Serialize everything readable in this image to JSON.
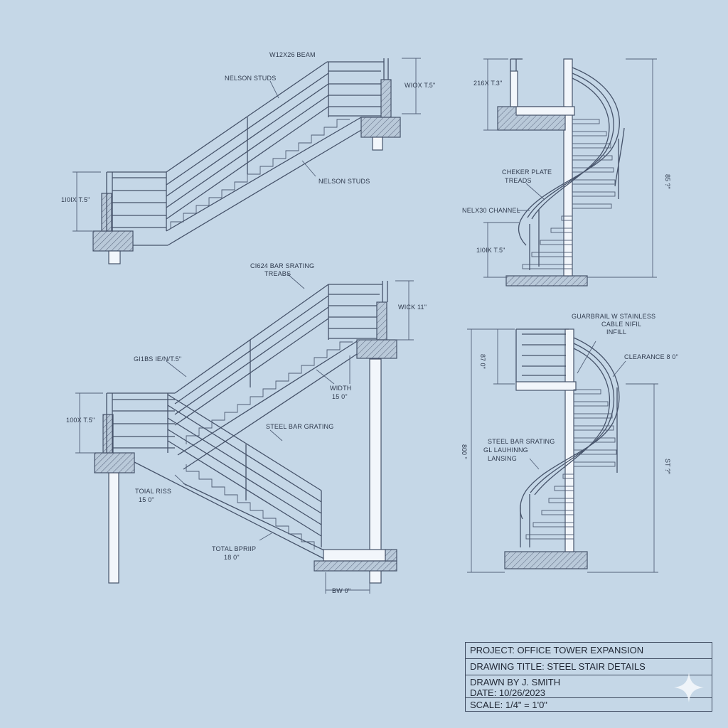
{
  "labels": {
    "beam": "W12X26 BEAM",
    "nelson_studs_top": "NELSON STUDS",
    "nelson_studs_mid": "NELSON STUDS",
    "dim_top_right": "WIOX T.5\"",
    "dim_top_left": "1I0IX T.5\"",
    "grating_treads_1": "CI624 BAR SRATING",
    "grating_treads_2": "TREABS",
    "dim_mid_right": "WICK 11\"",
    "dim_mid_left_a": "GI1BS IE/N/T.5\"",
    "width_1": "WIDTH",
    "width_2": "15 0\"",
    "dim_lower_left": "100X T.5\"",
    "steel_bar_grating": "STEEL BAR GRATING",
    "total_rise_1": "TOIAL RISS",
    "total_rise_2": "15 0\"",
    "total_run_1": "TOTAL BPRIIP",
    "total_run_2": "18 0\"",
    "bottom_dim": "BW 0\"",
    "spiral1_top_dim": "216X T.3\"",
    "checker_1": "CHEKER PLATE",
    "checker_2": "TREADS",
    "channel": "NELX30 CHANNEL",
    "spiral1_low_dim": "1I0IK T.5\"",
    "spiral1_height": "85 ?\"",
    "guardrail_1": "GUARBRAIL W STAINLESS",
    "guardrail_2": "CABLE NIFIL",
    "guardrail_3": "INFILL",
    "clearance": "CLEARANCE 8 0\"",
    "spiral2_top_dim": "87 0\"",
    "landing_1": "STEEL BAR SRATING",
    "landing_2": "GL LAUHINNG",
    "landing_3": "LANSING",
    "spiral2_left_dim": "800 \"",
    "spiral2_right_dim": "ST ?\""
  },
  "title_block": {
    "project": "PROJECT: OFFICE TOWER EXPANSION",
    "drawing_title": "DRAWING TITLE: STEEL STAIR DETAILS",
    "drawn_by": "DRAWN BY  J. SMITH",
    "date": "DATE: 10/26/2023",
    "scale": "SCALE:  1/4\" = 1'0\""
  },
  "colors": {
    "background": "#c5d7e7",
    "line": "#46536a",
    "text": "#2f3a4d"
  }
}
